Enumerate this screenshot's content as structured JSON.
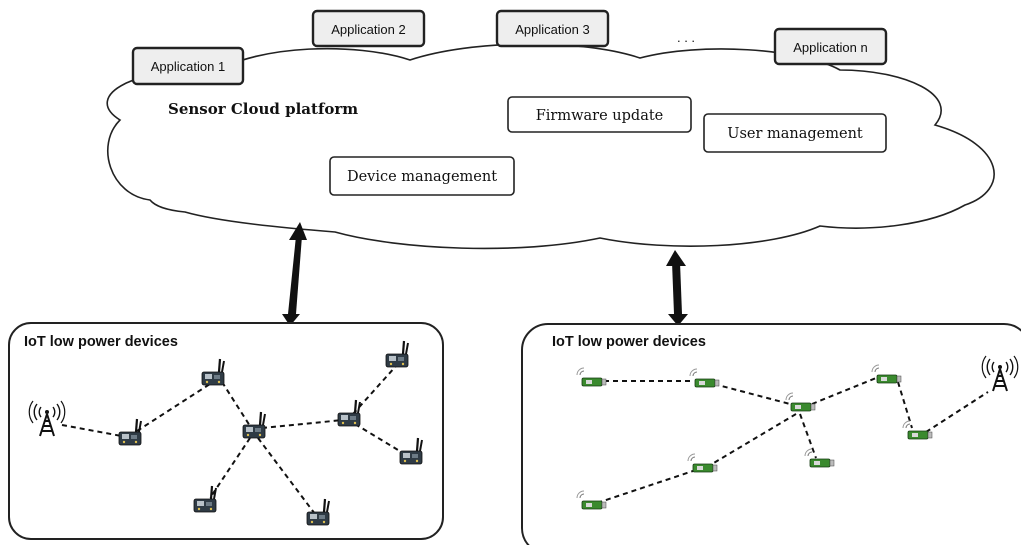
{
  "applications": [
    "Application 1",
    "Application 2",
    "Application 3",
    "Application n"
  ],
  "ellipsis": ". . .",
  "cloud": {
    "title": "Sensor Cloud platform",
    "services": [
      "Firmware update",
      "User management",
      "Device management"
    ]
  },
  "panels": [
    {
      "title": "IoT low power devices"
    },
    {
      "title": "IoT low power devices"
    }
  ],
  "icons": {
    "tower": "antenna-tower-icon",
    "board_node": "sensor-board-icon",
    "stick_node": "usb-stick-sensor-icon"
  },
  "colors": {
    "stroke": "#222222",
    "app_fill": "#eeeeee",
    "stick_pcb": "#3a8a2e",
    "board_pcb": "#2f3b45"
  }
}
